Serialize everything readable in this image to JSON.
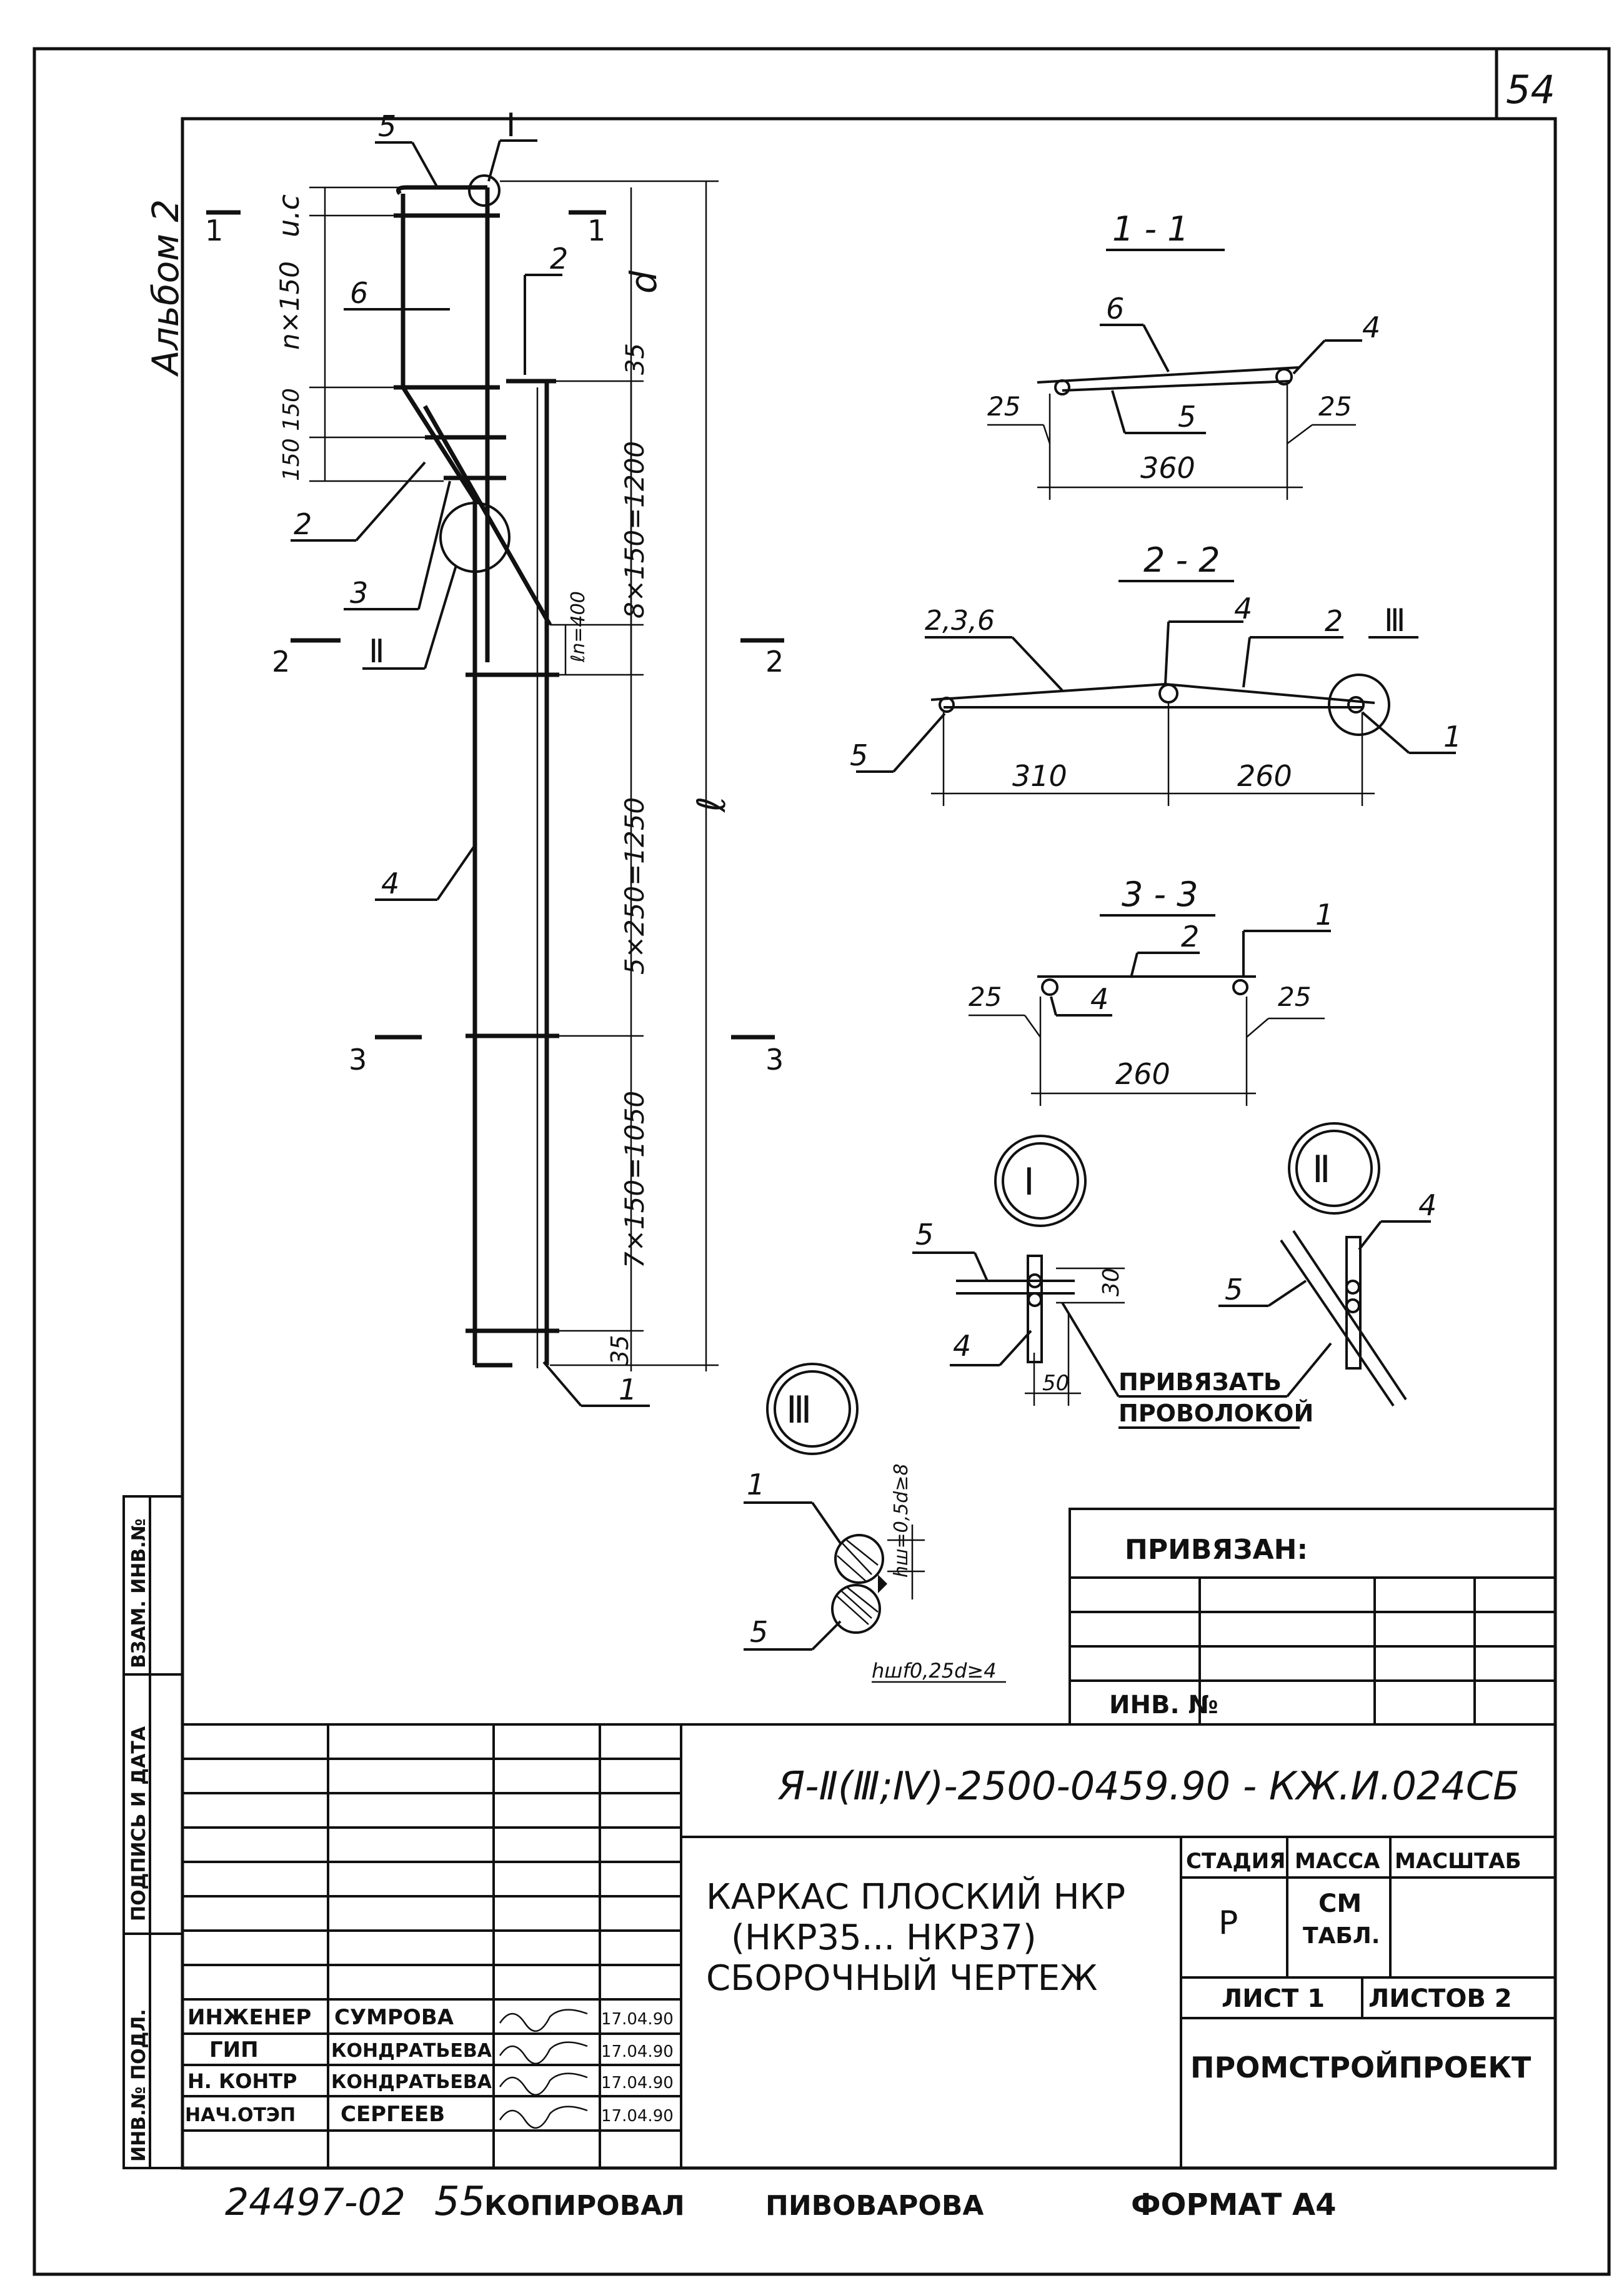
{
  "sheet": {
    "page_number": "54",
    "album": "Альбом 2",
    "document_code": "Я-Ⅱ(Ⅲ;Ⅳ)-2500-0459.90 - КЖ.И.024СБ",
    "title_lines": [
      "КАРКАС ПЛОСКИЙ НКР",
      "(НКР35... НКР37)",
      "СБОРОЧНЫЙ ЧЕРТЕЖ"
    ],
    "stage_label": "СТАДИЯ",
    "mass_label": "МАССА",
    "scale_label": "МАСШТАБ",
    "stage_value": "Р",
    "mass_value_1": "СМ",
    "mass_value_2": "ТАБЛ.",
    "sheet_label": "ЛИСТ 1",
    "sheets_label": "ЛИСТОВ 2",
    "organization": "ПРОМСТРОЙПРОЕКТ",
    "bound_label": "ПРИВЯЗАН:",
    "inv_label": "ИНВ. №",
    "side_labels": [
      "ИНВ.№ ПОДЛ.",
      "ПОДПИСЬ И ДАТА",
      "ВЗАМ. ИНВ.№"
    ],
    "signatures": [
      {
        "role": "ИНЖЕНЕР",
        "name": "СУМРОВА",
        "date": "17.04.90"
      },
      {
        "role": "ГИП",
        "name": "КОНДРАТЬЕВА",
        "date": "17.04.90"
      },
      {
        "role": "Н. КОНТР",
        "name": "КОНДРАТЬЕВА",
        "date": "17.04.90"
      },
      {
        "role": "НАЧ.ОТЭП",
        "name": "СЕРГЕЕВ",
        "date": "17.04.90"
      }
    ],
    "footer": {
      "left": "24497-02",
      "copy_no": "55",
      "copied": "КОПИРОВАЛ",
      "copier": "ПИВОВАРОВА",
      "format": "ФОРМАТ А4"
    }
  },
  "main_view": {
    "dims": [
      "u.c",
      "n×150",
      "150 150",
      "35",
      "8×150=1200",
      "ℓn=400",
      "5×250=1250",
      "7×150=1050",
      "35",
      "d",
      "ℓ"
    ],
    "part_labels": [
      "5",
      "6",
      "2",
      "2",
      "3",
      "4",
      "1",
      "Ⅰ",
      "Ⅱ"
    ],
    "section_marks": [
      "1",
      "1",
      "2",
      "2",
      "3",
      "3"
    ]
  },
  "section_1_1": {
    "title": "1 - 1",
    "labels": [
      "6",
      "4",
      "5"
    ],
    "dims": [
      "25",
      "25",
      "360"
    ]
  },
  "section_2_2": {
    "title": "2 - 2",
    "labels": [
      "2,3,6",
      "4",
      "2",
      "Ⅲ",
      "5",
      "1"
    ],
    "dims": [
      "310",
      "260"
    ]
  },
  "section_3_3": {
    "title": "3 - 3",
    "labels": [
      "1",
      "2",
      "4"
    ],
    "dims": [
      "25",
      "25",
      "260"
    ]
  },
  "node_I": {
    "title": "Ⅰ",
    "labels": [
      "5",
      "4"
    ],
    "dims": [
      "30",
      "50"
    ]
  },
  "node_II": {
    "title": "Ⅱ",
    "labels": [
      "4",
      "5"
    ]
  },
  "tie_note": [
    "ПРИВЯЗАТЬ",
    "ПРОВОЛОКОЙ"
  ],
  "node_III": {
    "title": "Ⅲ",
    "labels": [
      "1",
      "5"
    ],
    "dims": [
      "hш=0,5d≥8",
      "hшf0,25d≥4"
    ]
  }
}
